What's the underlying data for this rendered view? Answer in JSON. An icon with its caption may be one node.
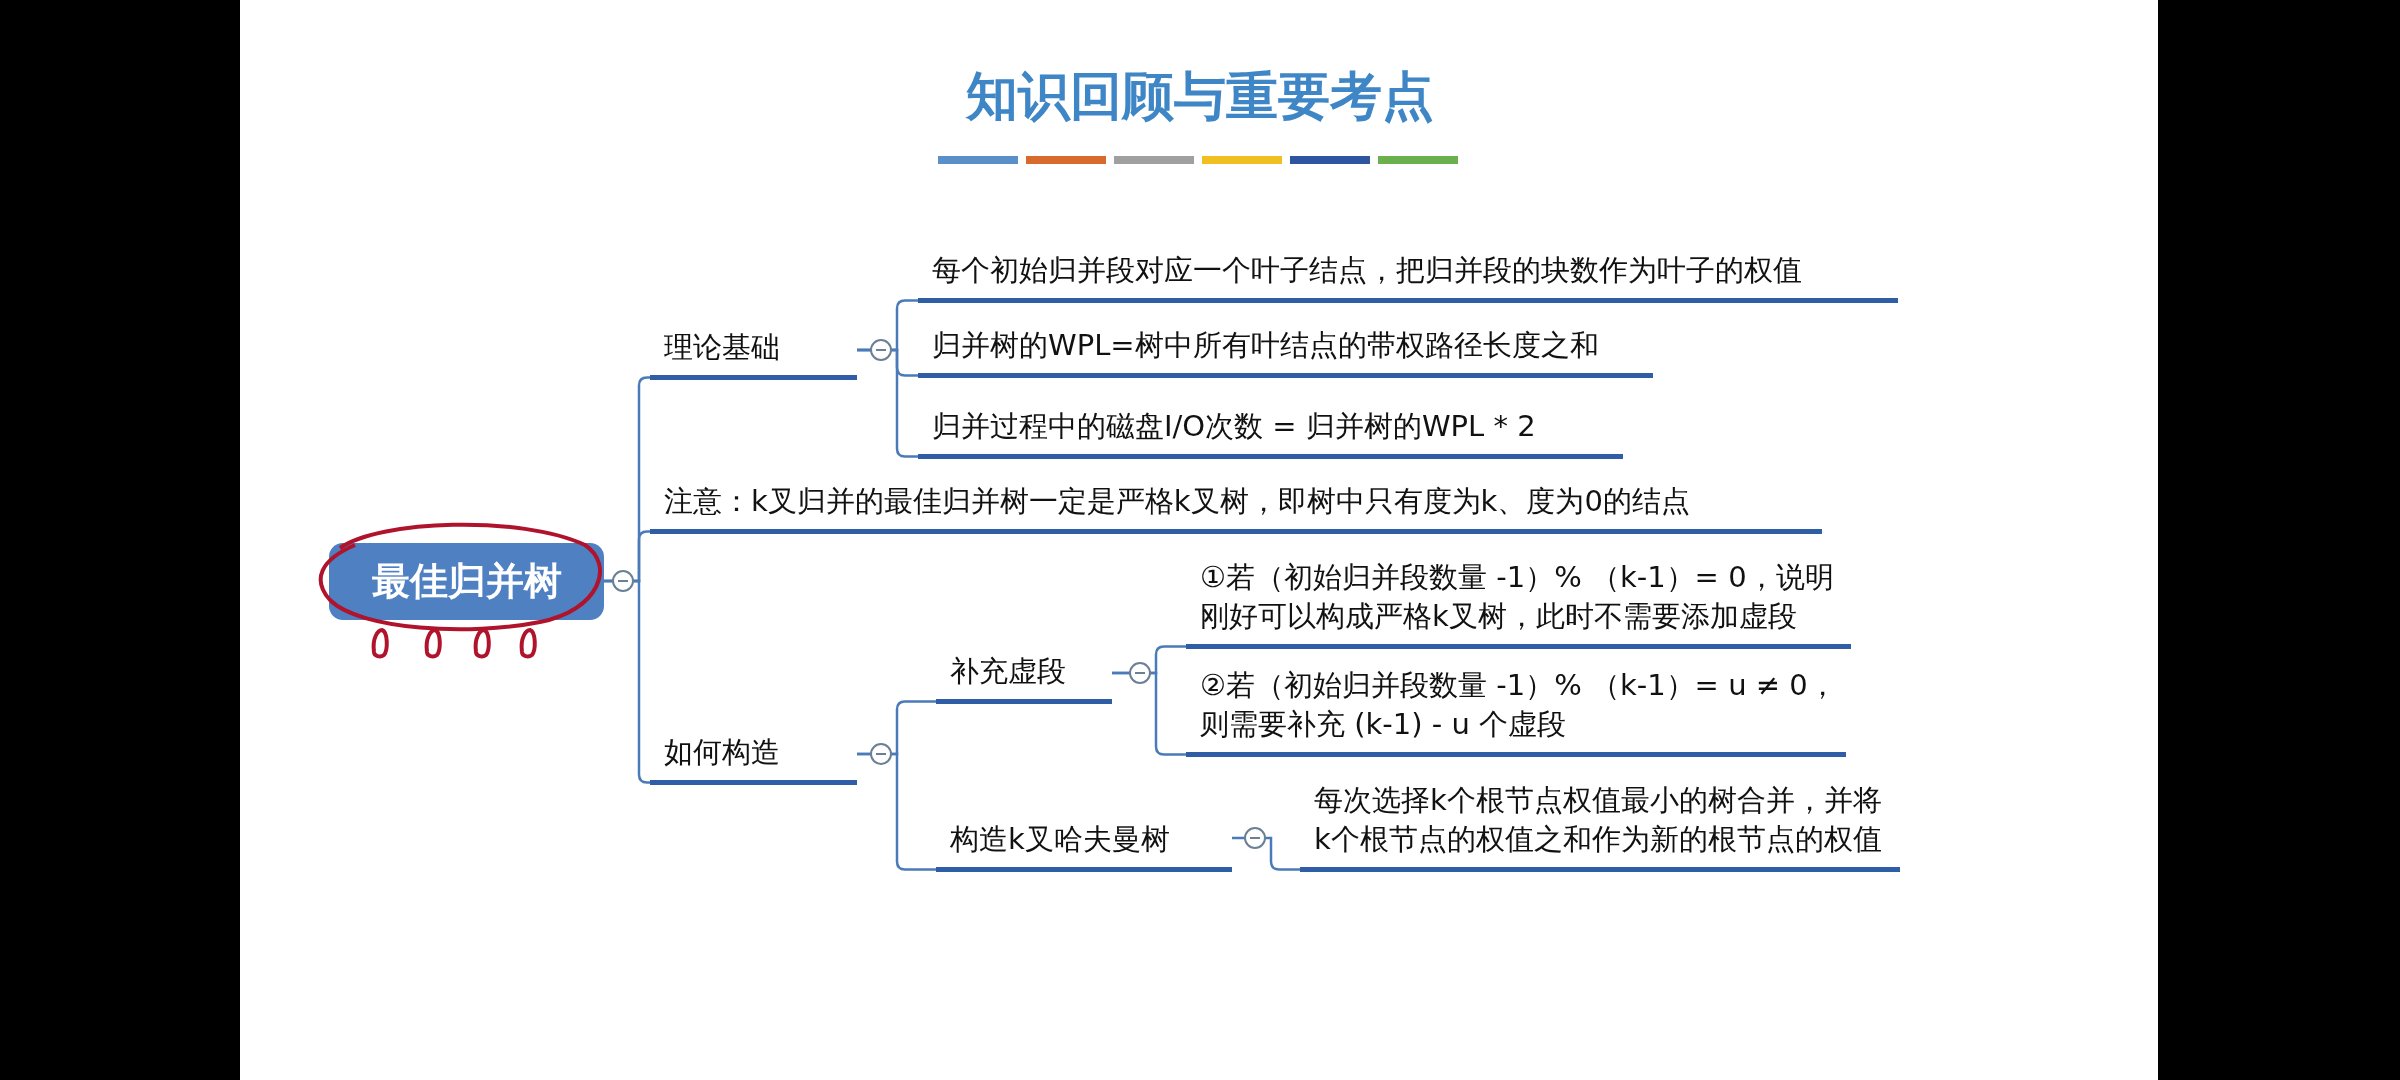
{
  "diagram": {
    "title": "知识回顾与重要考点",
    "nodes": [
      {
        "text": [
          "最佳归并树"
        ]
      },
      {
        "text": [
          "理论基础"
        ]
      },
      {
        "text": [
          "每个初始归并段对应一个叶子结点，把归并段的块数作为叶子的权值"
        ]
      },
      {
        "text": [
          "归并树的WPL=树中所有叶结点的带权路径长度之和"
        ]
      },
      {
        "text": [
          "归并过程中的磁盘I/O次数 = 归并树的WPL * 2"
        ]
      },
      {
        "text": [
          "注意：k叉归并的最佳归并树一定是严格k叉树，即树中只有度为k、度为0的结点"
        ]
      },
      {
        "text": [
          "如何构造"
        ]
      },
      {
        "text": [
          "补充虚段"
        ]
      },
      {
        "text": [
          "①若（初始归并段数量 -1）% （k-1）= 0，说明刚好可以构成严格k叉树，此时不需要添加虚段"
        ]
      },
      {
        "text": [
          "②若（初始归并段数量 -1）% （k-1）= u ≠ 0，则需要补充 (k-1) - u 个虚段"
        ]
      },
      {
        "text": [
          "构造k叉哈夫曼树"
        ]
      },
      {
        "text": [
          "每次选择k个根节点权值最小的树合并，并将k个根节点的权值之和作为新的根节点的权值"
        ]
      }
    ],
    "edges": [
      {
        "from": 0,
        "to": 1,
        "arrow": "none"
      },
      {
        "from": 1,
        "to": 2,
        "arrow": "none"
      },
      {
        "from": 1,
        "to": 3,
        "arrow": "none"
      },
      {
        "from": 1,
        "to": 4,
        "arrow": "none"
      },
      {
        "from": 0,
        "to": 5,
        "arrow": "none"
      },
      {
        "from": 0,
        "to": 6,
        "arrow": "none"
      },
      {
        "from": 6,
        "to": 7,
        "arrow": "none"
      },
      {
        "from": 7,
        "to": 8,
        "arrow": "none"
      },
      {
        "from": 7,
        "to": 9,
        "arrow": "none"
      },
      {
        "from": 6,
        "to": 10,
        "arrow": "none"
      },
      {
        "from": 10,
        "to": 11,
        "arrow": "none"
      }
    ]
  }
}
